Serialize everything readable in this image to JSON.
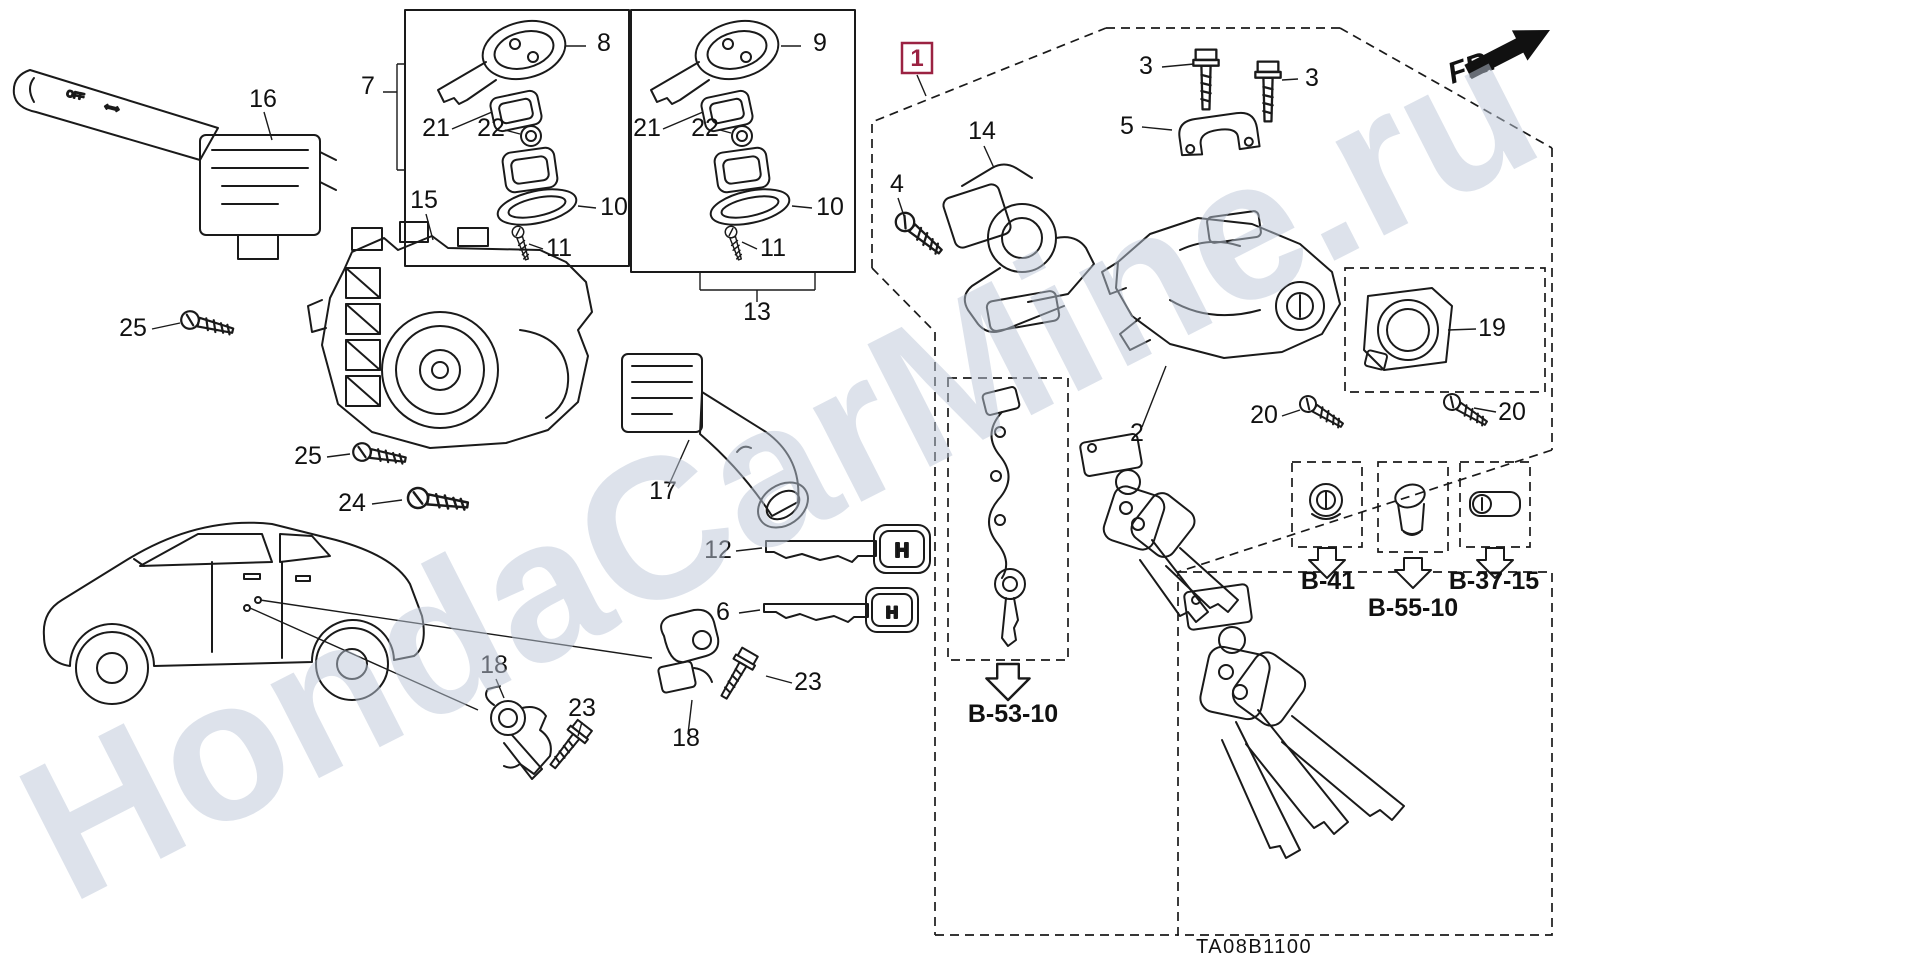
{
  "colors": {
    "line": "#1a1a1a",
    "highlight": "#9b2242",
    "watermark": "#bcc7d8"
  },
  "watermark_text": "HondaCarMine.ru",
  "diagram_code": "TA08B1100",
  "fr_label": "FR.",
  "icons": {
    "honda_h": "H"
  },
  "stalk_markings": {
    "off": "OFF",
    "turn_arrows": "⇦⇨"
  },
  "callouts": {
    "c1": "1",
    "c2": "2",
    "c3": "3",
    "c4": "4",
    "c5": "5",
    "c6": "6",
    "c7": "7",
    "c8": "8",
    "c9": "9",
    "c10": "10",
    "c11": "11",
    "c12": "12",
    "c13": "13",
    "c14": "14",
    "c15": "15",
    "c16": "16",
    "c17": "17",
    "c18": "18",
    "c19": "19",
    "c20": "20",
    "c21": "21",
    "c22": "22",
    "c23": "23",
    "c24": "24",
    "c25": "25"
  },
  "ref_codes": {
    "b41": "B-41",
    "b55_10": "B-55-10",
    "b37_15": "B-37-15",
    "b53_10": "B-53-10"
  }
}
